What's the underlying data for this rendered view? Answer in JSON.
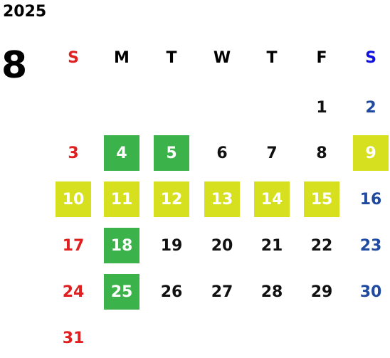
{
  "calendar": {
    "year": "2025",
    "month": "8",
    "weekdays": [
      {
        "label": "S",
        "color": "#e02020"
      },
      {
        "label": "M",
        "color": "#000000"
      },
      {
        "label": "T",
        "color": "#000000"
      },
      {
        "label": "W",
        "color": "#000000"
      },
      {
        "label": "T",
        "color": "#000000"
      },
      {
        "label": "F",
        "color": "#000000"
      },
      {
        "label": "S",
        "color": "#1010e0"
      }
    ],
    "first_weekday_index": 5,
    "days": [
      {
        "d": "1"
      },
      {
        "d": "2"
      },
      {
        "d": "3"
      },
      {
        "d": "4",
        "highlight": "green"
      },
      {
        "d": "5",
        "highlight": "green"
      },
      {
        "d": "6"
      },
      {
        "d": "7"
      },
      {
        "d": "8"
      },
      {
        "d": "9",
        "highlight": "yellow"
      },
      {
        "d": "10",
        "highlight": "yellow"
      },
      {
        "d": "11",
        "highlight": "yellow"
      },
      {
        "d": "12",
        "highlight": "yellow"
      },
      {
        "d": "13",
        "highlight": "yellow"
      },
      {
        "d": "14",
        "highlight": "yellow"
      },
      {
        "d": "15",
        "highlight": "yellow"
      },
      {
        "d": "16"
      },
      {
        "d": "17"
      },
      {
        "d": "18",
        "highlight": "green"
      },
      {
        "d": "19"
      },
      {
        "d": "20"
      },
      {
        "d": "21"
      },
      {
        "d": "22"
      },
      {
        "d": "23"
      },
      {
        "d": "24"
      },
      {
        "d": "25",
        "highlight": "green"
      },
      {
        "d": "26"
      },
      {
        "d": "27"
      },
      {
        "d": "28"
      },
      {
        "d": "29"
      },
      {
        "d": "30"
      },
      {
        "d": "31"
      }
    ],
    "colors": {
      "sunday": "#e02020",
      "saturday": "#1f4aa0",
      "highlight_green": "#3cb34a",
      "highlight_yellow": "#d6e01e"
    }
  }
}
